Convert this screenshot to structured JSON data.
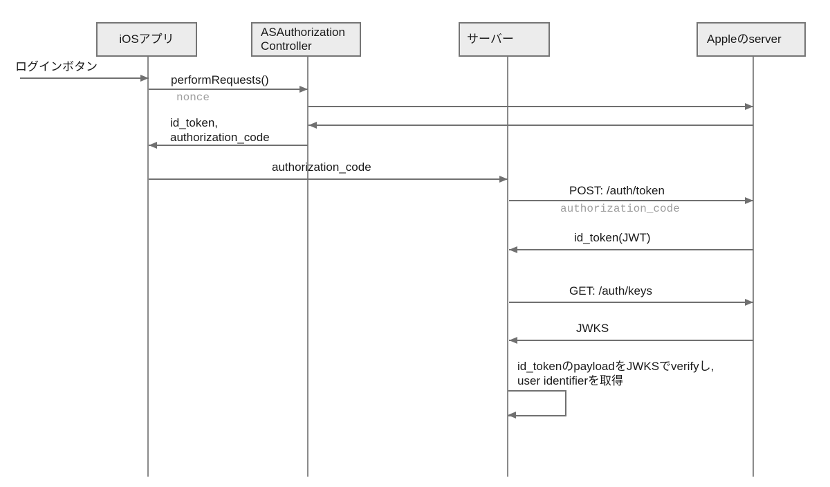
{
  "diagram": {
    "title_implicit": "Sign in with Apple sequence",
    "participants": [
      {
        "id": "ios-app",
        "label": "iOSアプリ"
      },
      {
        "id": "as-authorization-controller",
        "label": "ASAuthorization\nController"
      },
      {
        "id": "server",
        "label": "サーバー"
      },
      {
        "id": "apple-server",
        "label": "Appleのserver"
      }
    ],
    "messages": {
      "login_button": {
        "label": "ログインボタン"
      },
      "perform_requests": {
        "label": "performRequests()",
        "param": "nonce"
      },
      "auth_response": {
        "label": "id_token,\nauthorization_code"
      },
      "authorization_code": {
        "label": "authorization_code"
      },
      "post_auth_token": {
        "label": "POST: /auth/token",
        "param": "authorization_code"
      },
      "id_token_jwt": {
        "label": "id_token(JWT)"
      },
      "get_auth_keys": {
        "label": "GET: /auth/keys"
      },
      "jwks": {
        "label": "JWKS"
      },
      "verify_note": {
        "label": "id_tokenのpayloadをJWKSでverifyし,\nuser identifierを取得"
      }
    },
    "colors": {
      "background": "#ffffff",
      "box_fill": "#ececec",
      "box_border": "#757575",
      "line": "#707070",
      "text": "#1a1a1a",
      "muted_param": "#9e9e9e"
    }
  }
}
